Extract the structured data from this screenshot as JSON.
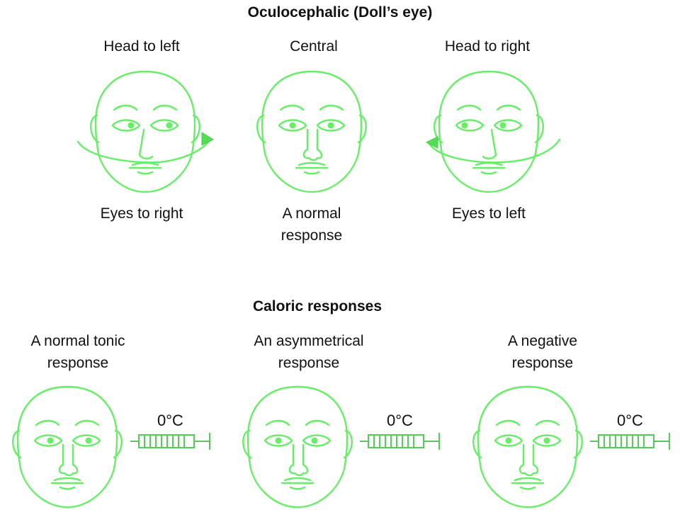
{
  "oculocephalic": {
    "title": "Oculocephalic (Doll’s eye)",
    "panels": [
      {
        "top": "Head to left",
        "bottom": [
          "Eyes to right"
        ]
      },
      {
        "top": "Central",
        "bottom": [
          "A normal",
          "response"
        ]
      },
      {
        "top": "Head to right",
        "bottom": [
          "Eyes to left"
        ]
      }
    ]
  },
  "caloric": {
    "title": "Caloric responses",
    "panels": [
      {
        "label": [
          "A normal tonic",
          "response"
        ],
        "temperature": "0°C"
      },
      {
        "label": [
          "An asymmetrical",
          "response"
        ],
        "temperature": "0°C"
      },
      {
        "label": [
          "A negative",
          "response"
        ],
        "temperature": "0°C"
      }
    ]
  },
  "colors": {
    "line": "#66ee66",
    "text": "#111111"
  }
}
